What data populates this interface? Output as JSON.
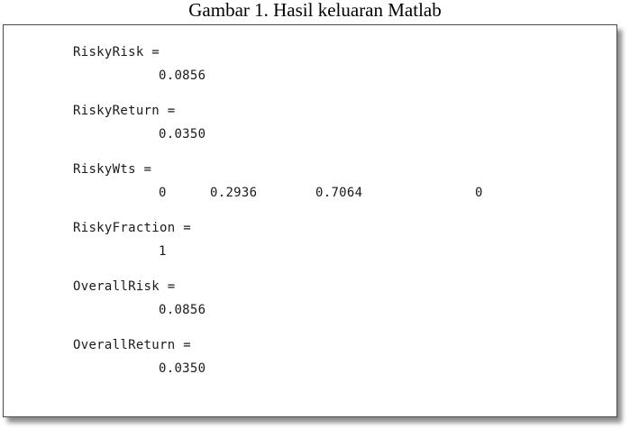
{
  "caption": "Gambar 1. Hasil keluaran Matlab",
  "outputs": [
    {
      "name": "RiskyRisk =",
      "value": "0.0856"
    },
    {
      "name": "RiskyReturn =",
      "value": "0.0350"
    },
    {
      "name": "RiskyWts =",
      "values": [
        "0",
        "0.2936",
        "0.7064",
        "0"
      ]
    },
    {
      "name": "RiskyFraction =",
      "value": "1"
    },
    {
      "name": "OverallRisk =",
      "value": "0.0856"
    },
    {
      "name": "OverallReturn =",
      "value": "0.0350"
    }
  ]
}
